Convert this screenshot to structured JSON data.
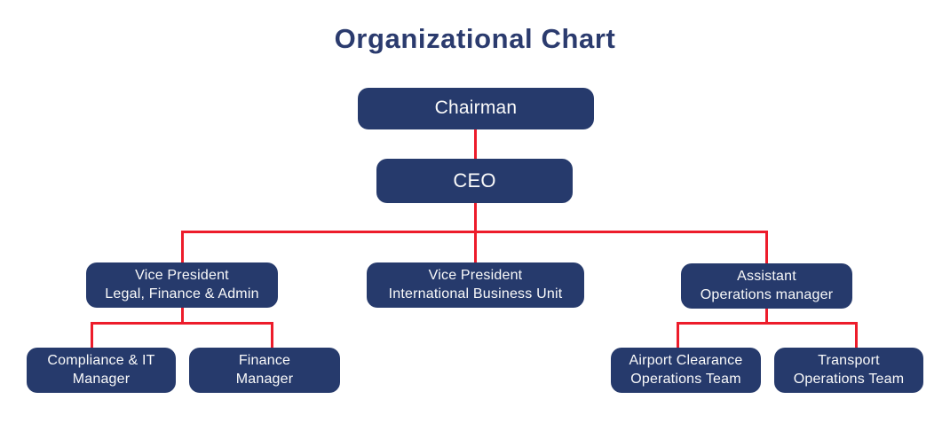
{
  "title": "Organizational Chart",
  "colors": {
    "node_background": "#263A6C",
    "node_text": "#FAFAFA",
    "connector_line": "#ED1C2B",
    "title_text": "#2B3B6E",
    "page_background": "#FFFFFF"
  },
  "nodes": {
    "chairman": {
      "label": "Chairman"
    },
    "ceo": {
      "label": "CEO"
    },
    "vp_legal": {
      "line1": "Vice President",
      "line2": "Legal, Finance & Admin"
    },
    "vp_international": {
      "line1": "Vice President",
      "line2": "International Business Unit"
    },
    "assistant_ops": {
      "line1": "Assistant",
      "line2": "Operations manager"
    },
    "compliance_it": {
      "line1": "Compliance & IT",
      "line2": "Manager"
    },
    "finance": {
      "line1": "Finance",
      "line2": "Manager"
    },
    "airport_clearance": {
      "line1": "Airport Clearance",
      "line2": "Operations Team"
    },
    "transport": {
      "line1": "Transport",
      "line2": "Operations Team"
    }
  },
  "hierarchy": {
    "label": "Chairman",
    "children": [
      {
        "label": "CEO",
        "children": [
          {
            "label": "Vice President Legal, Finance & Admin",
            "children": [
              {
                "label": "Compliance & IT Manager"
              },
              {
                "label": "Finance Manager"
              }
            ]
          },
          {
            "label": "Vice President International Business Unit"
          },
          {
            "label": "Assistant Operations manager",
            "children": [
              {
                "label": "Airport Clearance Operations Team"
              },
              {
                "label": "Transport Operations Team"
              }
            ]
          }
        ]
      }
    ]
  }
}
